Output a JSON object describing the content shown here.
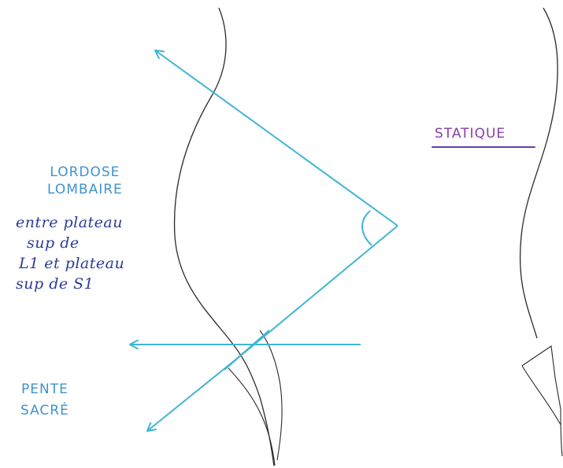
{
  "title": "STATIQUE",
  "lordose": {
    "title_lines": [
      "LORDOSE",
      "LOMBAIRE"
    ],
    "description_lines": [
      "entre plateau",
      "sup de",
      "L1 et plateau",
      "sup de S1"
    ]
  },
  "pente": {
    "title_lines": [
      "PENTE",
      "SACRÉ"
    ]
  },
  "colors": {
    "spine_outline": "#2a2a2a",
    "arrows": "#3fb5d4",
    "title_labels": "#3f93cf",
    "description_text": "#2d3a9a",
    "statique_text": "#8a3ea6",
    "statique_underline": "#6a3ea8"
  }
}
